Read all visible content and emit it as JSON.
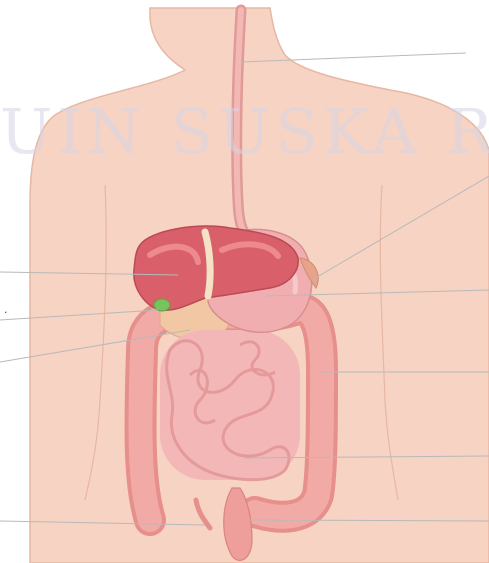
{
  "watermark": {
    "text": "UIN SUSKA RIAU"
  },
  "colors": {
    "skin": "#f6d3c3",
    "skin_outline": "#e7b7a3",
    "liver": "#d9606a",
    "liver_light": "#ec8a8f",
    "stomach": "#f1aeb0",
    "colon": "#ee9f9b",
    "small_intestine": "#f3b7b7",
    "pancreas": "#f2c7a3",
    "gallbladder": "#78c45c",
    "leader_line": "#b9b9b9"
  },
  "diagram": {
    "labels": [
      {
        "id": "esophagus",
        "text": ""
      },
      {
        "id": "spleen",
        "text": ""
      },
      {
        "id": "liver",
        "text": ""
      },
      {
        "id": "stomach",
        "text": ""
      },
      {
        "id": "gallbladder",
        "text": "."
      },
      {
        "id": "pancreas",
        "text": ""
      },
      {
        "id": "large-intestine",
        "text": ""
      },
      {
        "id": "small-intestine",
        "text": ""
      },
      {
        "id": "appendix",
        "text": ""
      },
      {
        "id": "rectum",
        "text": ""
      }
    ]
  }
}
